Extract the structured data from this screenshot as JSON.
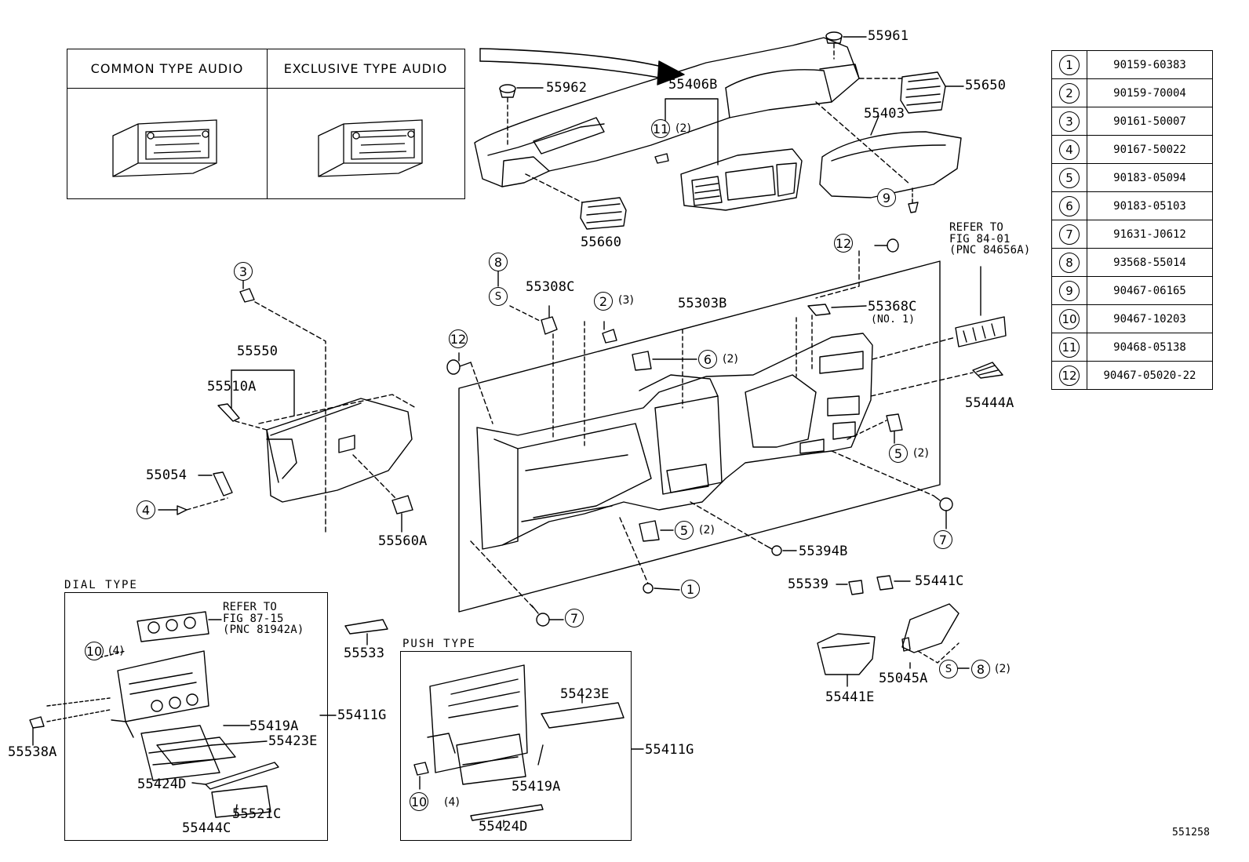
{
  "audio_table": {
    "common_label": "COMMON TYPE AUDIO",
    "exclusive_label": "EXCLUSIVE TYPE AUDIO"
  },
  "parts_table": [
    {
      "key": "1",
      "part": "90159-60383"
    },
    {
      "key": "2",
      "part": "90159-70004"
    },
    {
      "key": "3",
      "part": "90161-50007"
    },
    {
      "key": "4",
      "part": "90167-50022"
    },
    {
      "key": "5",
      "part": "90183-05094"
    },
    {
      "key": "6",
      "part": "90183-05103"
    },
    {
      "key": "7",
      "part": "91631-J0612"
    },
    {
      "key": "8",
      "part": "93568-55014"
    },
    {
      "key": "9",
      "part": "90467-06165"
    },
    {
      "key": "10",
      "part": "90467-10203"
    },
    {
      "key": "11",
      "part": "90468-05138"
    },
    {
      "key": "12",
      "part": "90467-05020-22"
    }
  ],
  "labels": {
    "p55961": "55961",
    "p55962": "55962",
    "p55406B": "55406B",
    "p55650": "55650",
    "p55403": "55403",
    "p55660": "55660",
    "p55308C": "55308C",
    "p55303B": "55303B",
    "p55368C": "55368C",
    "p55368C_sub": "(NO. 1)",
    "p55550": "55550",
    "p55510A": "55510A",
    "p55054": "55054",
    "p55560A": "55560A",
    "p55444A": "55444A",
    "p55394B": "55394B",
    "p55539": "55539",
    "p55441C": "55441C",
    "p55045A": "55045A",
    "p55441E": "55441E",
    "p55533": "55533",
    "p55538A": "55538A",
    "dial_55419A": "55419A",
    "dial_55423E": "55423E",
    "dial_55411G": "55411G",
    "dial_55424D": "55424D",
    "dial_55521C": "55521C",
    "dial_55444C": "55444C",
    "push_55423E": "55423E",
    "push_55411G": "55411G",
    "push_55419A": "55419A",
    "push_55424D": "55424D",
    "refer_84": "REFER TO\nFIG 84-01\n(PNC 84656A)",
    "refer_87": "REFER TO\nFIG 87-15\n(PNC 81942A)",
    "dial_type": "DIAL TYPE",
    "push_type": "PUSH TYPE",
    "figure_id": "551258"
  },
  "callouts": {
    "c3": "3",
    "c8": "8",
    "s1": "S",
    "c2": "2",
    "c2_qty": "(3)",
    "c12a": "12",
    "c12b": "12",
    "c6": "6",
    "c6_qty": "(2)",
    "c11": "11",
    "c11_qty": "(2)",
    "c9": "9",
    "c5a": "5",
    "c5a_qty": "(2)",
    "c5b": "5",
    "c5b_qty": "(2)",
    "c4": "4",
    "c7a": "7",
    "c7b": "7",
    "c1": "1",
    "s2": "S",
    "c8b": "8",
    "c8b_qty": "(2)",
    "c10a": "10",
    "c10a_qty": "(4)",
    "c10b": "10",
    "c10b_qty": "(4)"
  }
}
